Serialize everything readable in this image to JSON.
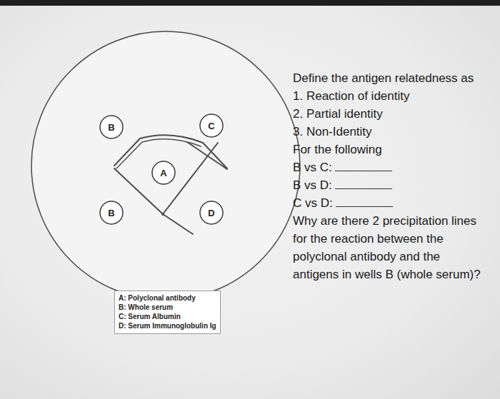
{
  "diagram": {
    "nodes": [
      {
        "text": [
          "B"
        ]
      },
      {
        "text": [
          "C"
        ]
      },
      {
        "text": [
          "A"
        ]
      },
      {
        "text": [
          "B"
        ]
      },
      {
        "text": [
          "D"
        ]
      },
      {
        "text": [
          "A: Polyclonal antibody",
          "B: Whole serum",
          "C: Serum Albumin",
          "D: Serum Immunoglobulin Ig"
        ]
      }
    ],
    "labels": [
      "Define the antigen relatedness as",
      "1. Reaction of identity",
      "2. Partial identity",
      "3. Non-Identity",
      "For the following",
      "B vs C:",
      "B vs D:",
      "C vs D:",
      "Why are there 2 precipitation lines for the reaction between the polyclonal antibody and the antigens in wells B (whole serum)?"
    ]
  }
}
